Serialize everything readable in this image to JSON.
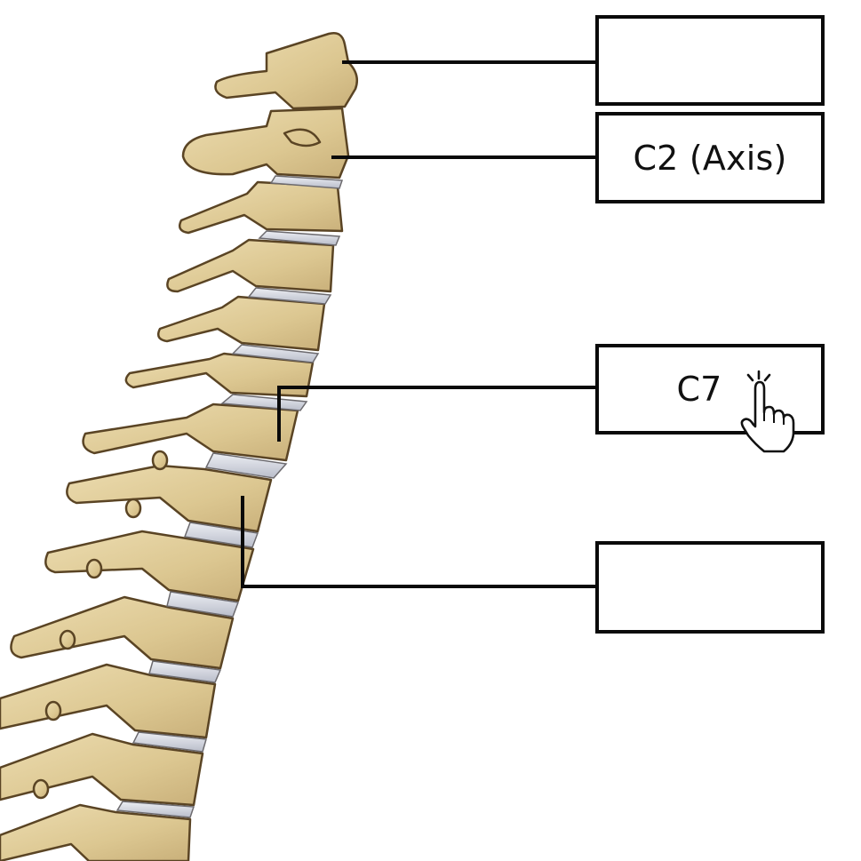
{
  "diagram": {
    "subject": "Lateral view of cervical and upper thoracic vertebral column",
    "colors": {
      "bone": "#e2cf9d",
      "bone_shadow": "#c4ab72",
      "bone_outline": "#5a4424",
      "disc": "#d3d6e0",
      "line": "#0a0a0a",
      "background": "#ffffff"
    },
    "labels": [
      {
        "id": "label-1",
        "text": "",
        "points_to": "C1 (Atlas)",
        "state": "empty"
      },
      {
        "id": "label-2",
        "text": "C2 (Axis)",
        "points_to": "C2",
        "state": "filled"
      },
      {
        "id": "label-3",
        "text": "C7",
        "points_to": "C7",
        "state": "active"
      },
      {
        "id": "label-4",
        "text": "",
        "points_to": "T1",
        "state": "empty"
      }
    ],
    "cursor": {
      "icon": "pointer-hand-click-icon",
      "over": "label-3"
    }
  }
}
